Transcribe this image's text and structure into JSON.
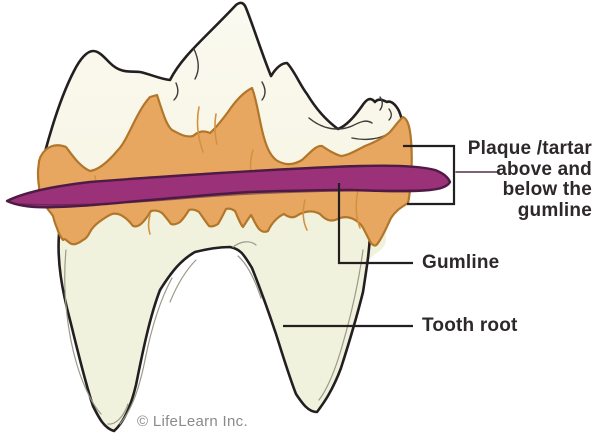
{
  "figure": {
    "type": "dental-anatomy-illustration",
    "subject": "tooth with plaque and tartar above and below the gumline"
  },
  "labels": {
    "plaque": "Plaque /tartar\nabove and\nbelow the\ngumline",
    "gumline": "Gumline",
    "tooth_root": "Tooth root"
  },
  "credit": "© LifeLearn Inc.",
  "colors": {
    "background": "#ffffff",
    "tooth_crown": "#f7f5e4",
    "tooth_crown_light": "#fbfaf1",
    "tooth_root": "#f0f2dd",
    "outline": "#231f20",
    "plaque_fill": "#e8a761",
    "plaque_outline": "#b1762a",
    "plaque_wrinkle": "#d3923f",
    "gumline_fill": "#9b3179",
    "gumline_outline": "#4e1b45",
    "sketch_line": "#9a9a88",
    "crown_detail": "#3f3b3c",
    "label_text": "#2d282a",
    "credit_text": "#8a8a8a",
    "connector": "#6e4b63"
  }
}
